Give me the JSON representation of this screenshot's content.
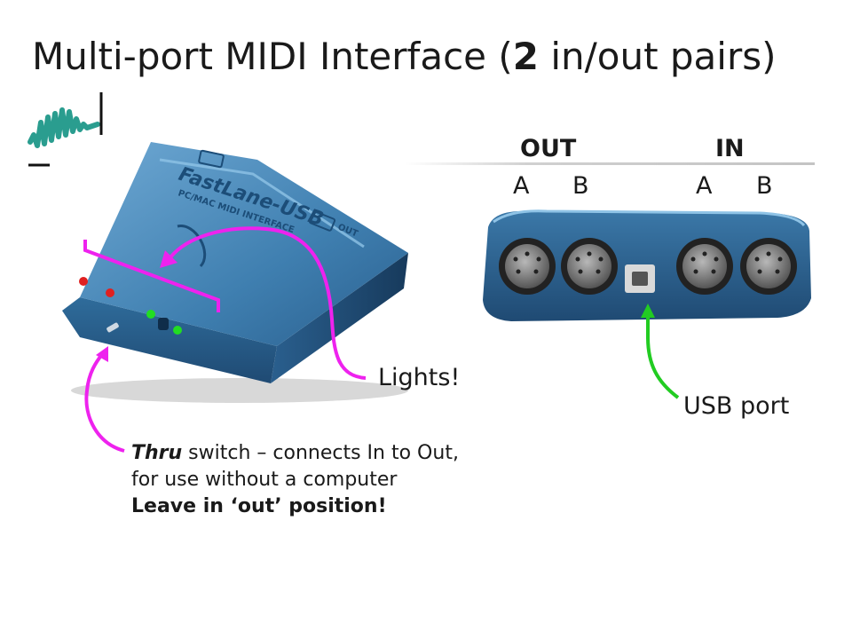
{
  "slide": {
    "title_prefix": "Multi-port MIDI Interface (",
    "title_bold": "2",
    "title_suffix": " in/out pairs)"
  },
  "ports": {
    "out_header": "OUT",
    "in_header": "IN",
    "out_a": "A",
    "out_b": "B",
    "in_a": "A",
    "in_b": "B"
  },
  "labels": {
    "lights": "Lights!",
    "usb_port": "USB port"
  },
  "note": {
    "thru_word": "Thru",
    "line1_rest": " switch – connects In to Out,",
    "line2": "for use without a computer",
    "line3": "Leave in ‘out’ position!"
  },
  "device_print": {
    "brand": "FastLane-USB",
    "subtitle": "PC/MAC MIDI INTERFACE",
    "out_tag": "OUT"
  },
  "colors": {
    "callout_magenta": "#ee22ee",
    "callout_green": "#22cc22",
    "logo_teal": "#2a9d8f",
    "device_blue": "#3f7fb0",
    "device_dark": "#1f3f63",
    "led_red": "#e02020",
    "led_green": "#22dd22"
  }
}
